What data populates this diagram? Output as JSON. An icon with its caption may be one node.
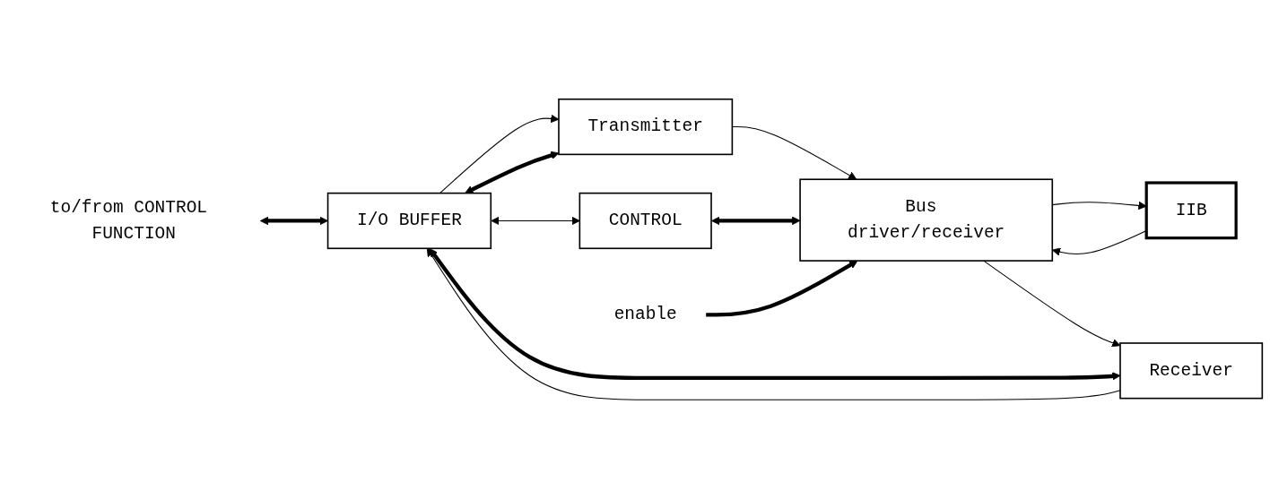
{
  "diagram": {
    "nodes": [
      {
        "text": [
          "to/from CONTROL FUNCTION"
        ]
      },
      {
        "text": [
          "I/O BUFFER"
        ]
      },
      {
        "text": [
          "Transmitter"
        ]
      },
      {
        "text": [
          "CONTROL"
        ]
      },
      {
        "text": [
          "Receiver"
        ]
      },
      {
        "text": [
          "Bus driver/receiver"
        ]
      },
      {
        "text": [
          "IIB"
        ]
      },
      {
        "text": [
          "enable"
        ]
      }
    ],
    "edges": [
      {
        "from": 0,
        "to": 1,
        "arrow": "both",
        "style": "thick"
      },
      {
        "from": 1,
        "to": 2,
        "arrow": "to"
      },
      {
        "from": 2,
        "to": 5,
        "arrow": "to"
      },
      {
        "from": 5,
        "to": 6,
        "arrow": "to"
      },
      {
        "from": 6,
        "to": 5,
        "arrow": "to"
      },
      {
        "from": 5,
        "to": 4,
        "arrow": "to"
      },
      {
        "from": 4,
        "to": 1,
        "arrow": "to"
      },
      {
        "from": 1,
        "to": 2,
        "arrow": "both",
        "style": "thick"
      },
      {
        "from": 1,
        "to": 3,
        "arrow": "both"
      },
      {
        "from": 1,
        "to": 4,
        "arrow": "both",
        "style": "thick"
      },
      {
        "from": 3,
        "to": 5,
        "arrow": "both",
        "style": "thick"
      },
      {
        "from": 7,
        "to": 5,
        "arrow": "to",
        "style": "thick"
      }
    ]
  }
}
